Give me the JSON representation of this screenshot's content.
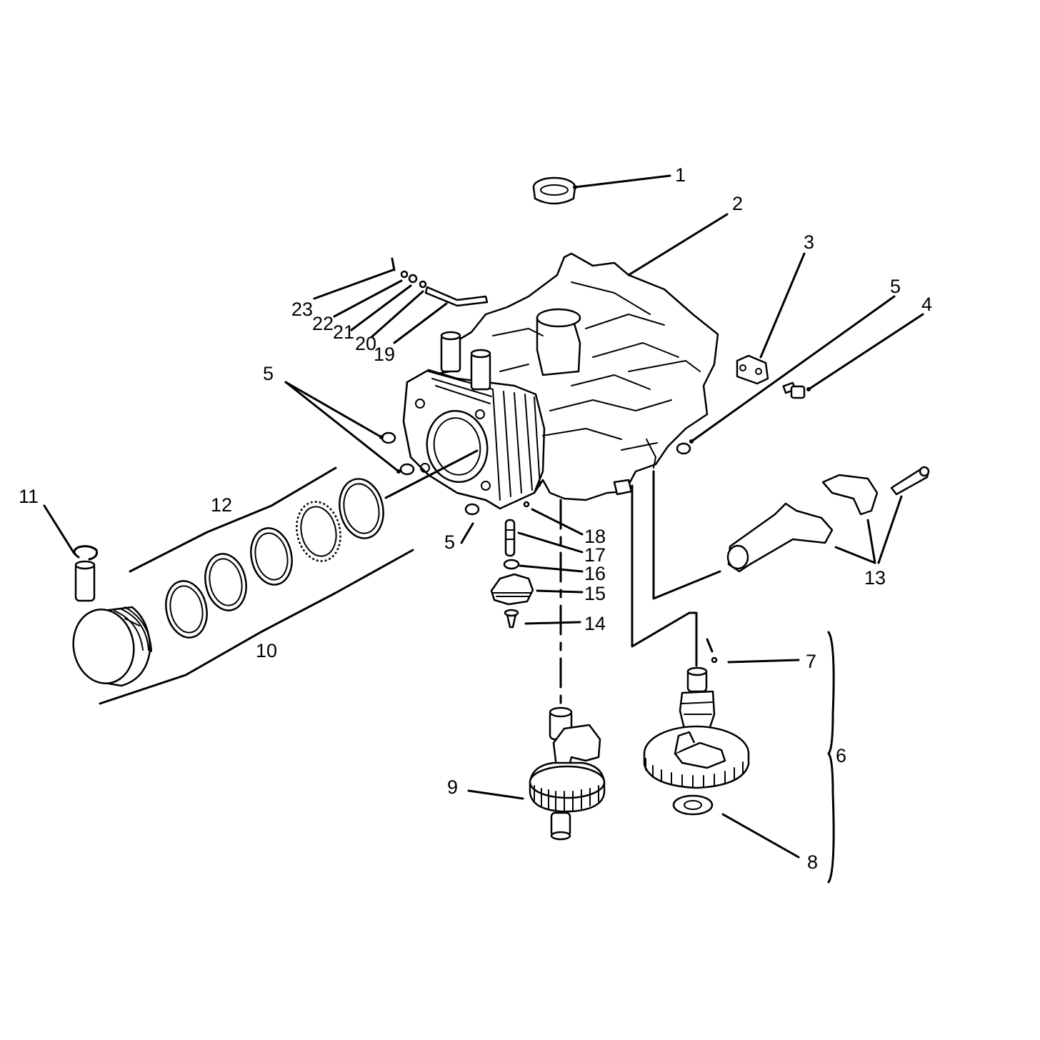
{
  "diagram": {
    "callouts": {
      "c1": "1",
      "c2": "2",
      "c3": "3",
      "c4": "4",
      "c5a": "5",
      "c5b": "5",
      "c5c": "5",
      "c6": "6",
      "c7": "7",
      "c8": "8",
      "c9": "9",
      "c10": "10",
      "c11": "11",
      "c12": "12",
      "c13": "13",
      "c14": "14",
      "c15": "15",
      "c16": "16",
      "c17": "17",
      "c18": "18",
      "c19": "19",
      "c20": "20",
      "c21": "21",
      "c22": "22",
      "c23": "23"
    }
  }
}
